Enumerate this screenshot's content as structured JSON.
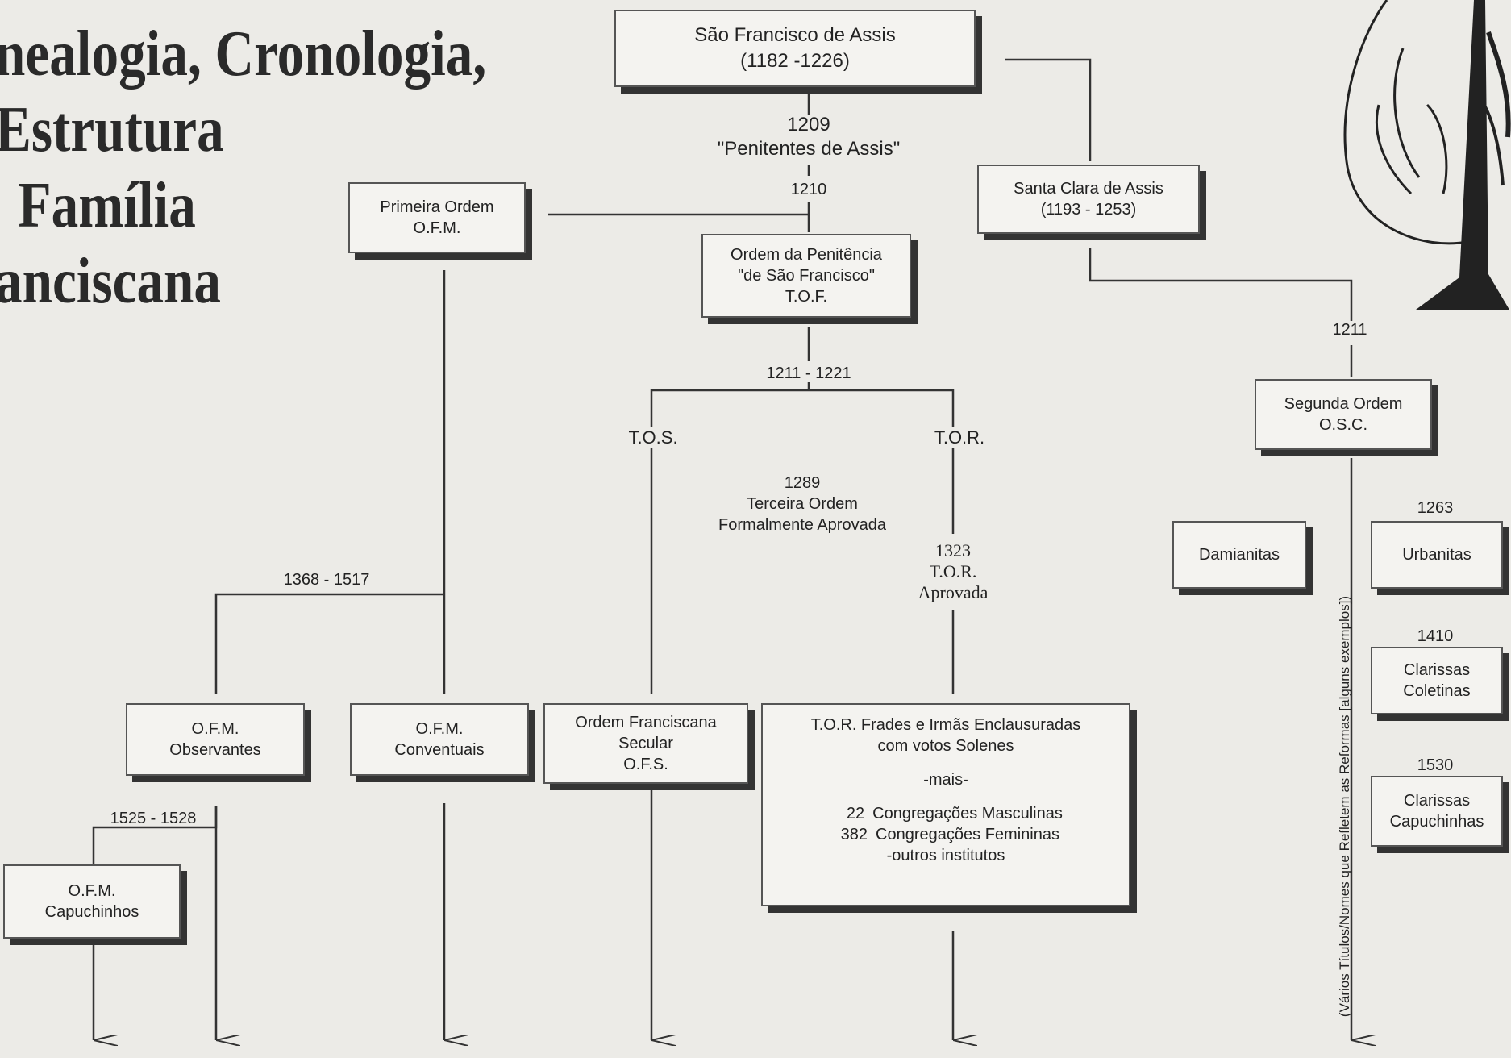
{
  "title": {
    "line1": "nealogia, Cronologia,",
    "line2": "Estrutura",
    "line3": "Família",
    "line4": "anciscana"
  },
  "boxes": {
    "founder": [
      "São Francisco de Assis",
      "(1182 -1226)"
    ],
    "clara": [
      "Santa Clara de Assis",
      "(1193 - 1253)"
    ],
    "primeira": [
      "Primeira Ordem",
      "O.F.M."
    ],
    "penitencia": [
      "Ordem da Penitência",
      "\"de São Francisco\"",
      "T.O.F."
    ],
    "segunda": [
      "Segunda Ordem",
      "O.S.C."
    ],
    "damianitas": "Damianitas",
    "urbanitas": "Urbanitas",
    "coletinas": [
      "Clarissas",
      "Coletinas"
    ],
    "clar_capuchinhas": [
      "Clarissas",
      "Capuchinhas"
    ],
    "observantes": [
      "O.F.M.",
      "Observantes"
    ],
    "conventuais": [
      "O.F.M.",
      "Conventuais"
    ],
    "secular": [
      "Ordem Franciscana",
      "Secular",
      "O.F.S."
    ],
    "tor_box": {
      "line1": "T.O.R. Frades e Irmãs Enclausuradas",
      "line2": "com votos Solenes",
      "mais": "-mais-",
      "n1": "22",
      "t1": "Congregações Masculinas",
      "n2": "382",
      "t2": "Congregações Femininas",
      "t3": "-outros institutos"
    },
    "capuchinhos": [
      "O.F.M.",
      "Capuchinhos"
    ]
  },
  "labels": {
    "y1209": "1209",
    "penitentes": "\"Penitentes de Assis\"",
    "y1210": "1210",
    "y1211_1221": "1211 - 1221",
    "tos": "T.O.S.",
    "tor": "T.O.R.",
    "y1289": "1289",
    "terceira": "Terceira Ordem",
    "formal": "Formalmente Aprovada",
    "y1323": "1323",
    "tor_aprov": "T.O.R.",
    "aprovada": "Aprovada",
    "y1368": "1368 - 1517",
    "y1525": "1525 - 1528",
    "y1211": "1211",
    "y1263": "1263",
    "y1410": "1410",
    "y1530": "1530",
    "vertical": "(Vários Títulos/Nomes que Refletem as Reformas [alguns exemplos])"
  }
}
